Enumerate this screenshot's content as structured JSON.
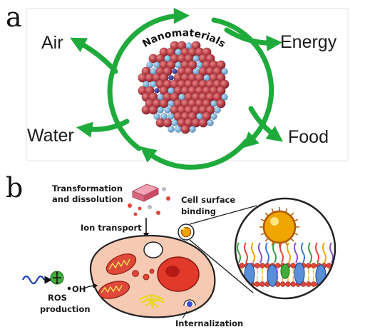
{
  "panel_a": {
    "letter": "a",
    "center_label": "Nanomaterials",
    "terms": {
      "air": "Air",
      "energy": "Energy",
      "water": "Water",
      "food": "Food"
    },
    "arrow_color": "#1faa3c"
  },
  "panel_b": {
    "letter": "b",
    "labels": {
      "transformation_line1": "Transformation",
      "transformation_line2": "and dissolution",
      "ion_transport": "Ion transport",
      "cell_surface_line1": "Cell surface",
      "cell_surface_line2": "binding",
      "oh": "OH",
      "ros_line1": "ROS",
      "ros_line2": "production",
      "internalization": "Internalization"
    },
    "colors": {
      "cell_fill": "#f6c9b3",
      "mitochondria": "#e0493a",
      "nucleus": "#e23a2a",
      "er": "#f0e020"
    }
  }
}
